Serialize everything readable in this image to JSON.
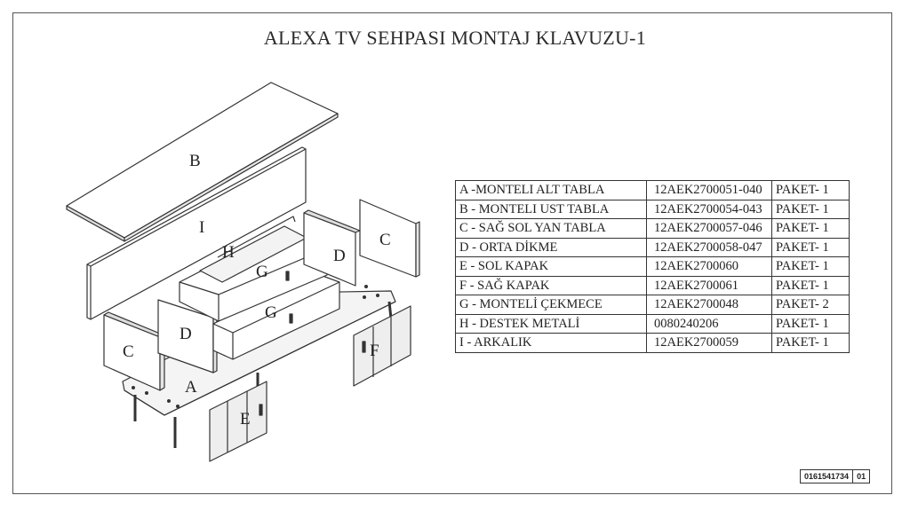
{
  "title": "ALEXA  TV SEHPASI MONTAJ KLAVUZU-1",
  "diagram_labels": {
    "A": "A",
    "B": "B",
    "C": "C",
    "D": "D",
    "E": "E",
    "F": "F",
    "G": "G",
    "H": "H",
    "I": "I"
  },
  "parts_table": {
    "rows": [
      {
        "name": "A -MONTELI ALT TABLA",
        "code": "12AEK2700051-040",
        "package": "PAKET- 1"
      },
      {
        "name": "B - MONTELI UST TABLA",
        "code": "12AEK2700054-043",
        "package": "PAKET- 1"
      },
      {
        "name": "C - SAĞ SOL YAN TABLA",
        "code": "12AEK2700057-046",
        "package": "PAKET- 1"
      },
      {
        "name": "D - ORTA DİKME",
        "code": "12AEK2700058-047",
        "package": "PAKET- 1"
      },
      {
        "name": "E - SOL KAPAK",
        "code": "12AEK2700060",
        "package": "PAKET- 1"
      },
      {
        "name": "F - SAĞ KAPAK",
        "code": "12AEK2700061",
        "package": "PAKET- 1"
      },
      {
        "name": "G - MONTELİ ÇEKMECE",
        "code": "12AEK2700048",
        "package": "PAKET- 2"
      },
      {
        "name": "H - DESTEK METALİ",
        "code": "0080240206",
        "package": "PAKET- 1"
      },
      {
        "name": "I - ARKALIK",
        "code": "12AEK2700059",
        "package": "PAKET- 1"
      }
    ]
  },
  "document": {
    "number": "0161541734",
    "sheet": "01"
  }
}
